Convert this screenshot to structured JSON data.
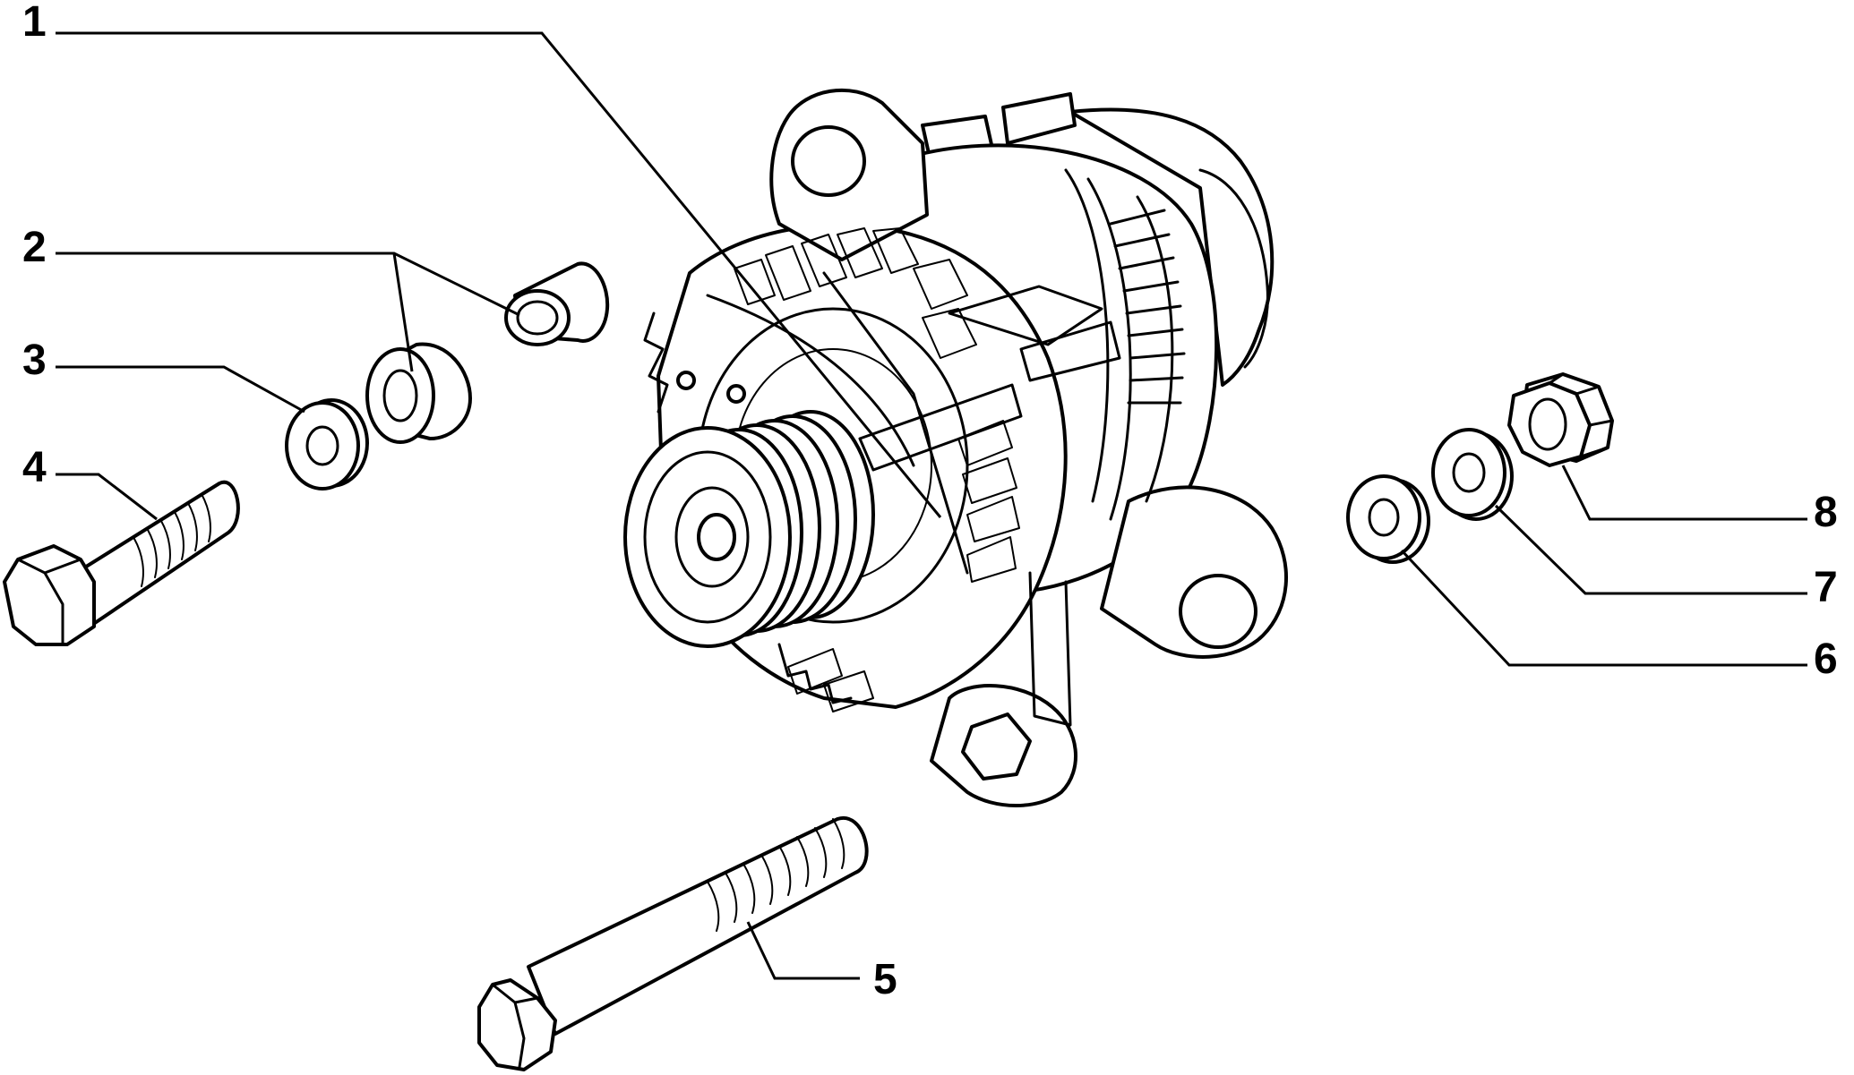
{
  "callouts": [
    {
      "number": "1",
      "part": "alternator"
    },
    {
      "number": "2",
      "part": "spacer-bushing"
    },
    {
      "number": "3",
      "part": "washer"
    },
    {
      "number": "4",
      "part": "hex-bolt"
    },
    {
      "number": "5",
      "part": "long-hex-bolt"
    },
    {
      "number": "6",
      "part": "washer"
    },
    {
      "number": "7",
      "part": "washer"
    },
    {
      "number": "8",
      "part": "hex-nut"
    }
  ]
}
